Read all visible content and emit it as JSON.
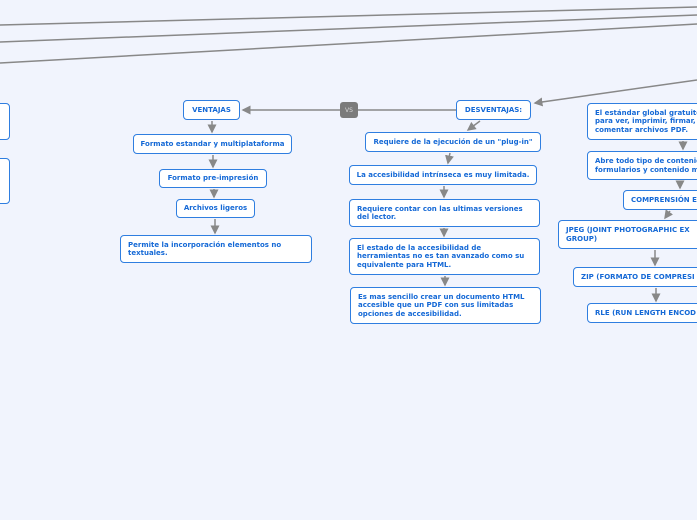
{
  "connector_label": "VS",
  "ventajas": {
    "title": "VENTAJAS",
    "items": [
      "Formato estandar y multiplataforma",
      "Formato pre-impresión",
      "Archivos ligeros",
      "Permite la incorporación elementos no textuales."
    ]
  },
  "desventajas": {
    "title": "DESVENTAJAS:",
    "items": [
      "Requiere de la ejecución de un \"plug-in\"",
      "La accesibilidad intrínseca es muy limitada.",
      "Requiere contar con las ultimas versiones del lector.",
      "El estado de la accesibilidad de herramientas no es tan avanzado como su equivalente para HTML.",
      "Es mas sencillo crear un documento HTML accesible que un PDF con sus limitadas opciones de accesibilidad."
    ]
  },
  "right_branch": {
    "items": [
      "El estándar global gratuito para ver, imprimir, firmar, comentar archivos PDF.",
      "Abre todo tipo de contenido formularios y contenido m",
      "COMPRENSIÓN E",
      "JPEG (JOINT PHOTOGRAPHIC EX GROUP)",
      "ZIP (FORMATO DE COMPRESI",
      "RLE (RUN LENGTH ENCOD"
    ]
  },
  "colors": {
    "background": "#f1f4fd",
    "node_border": "#2f7ee0",
    "node_text": "#1569d6",
    "connector": "#888888",
    "vs_badge": "#7b7b7b"
  }
}
